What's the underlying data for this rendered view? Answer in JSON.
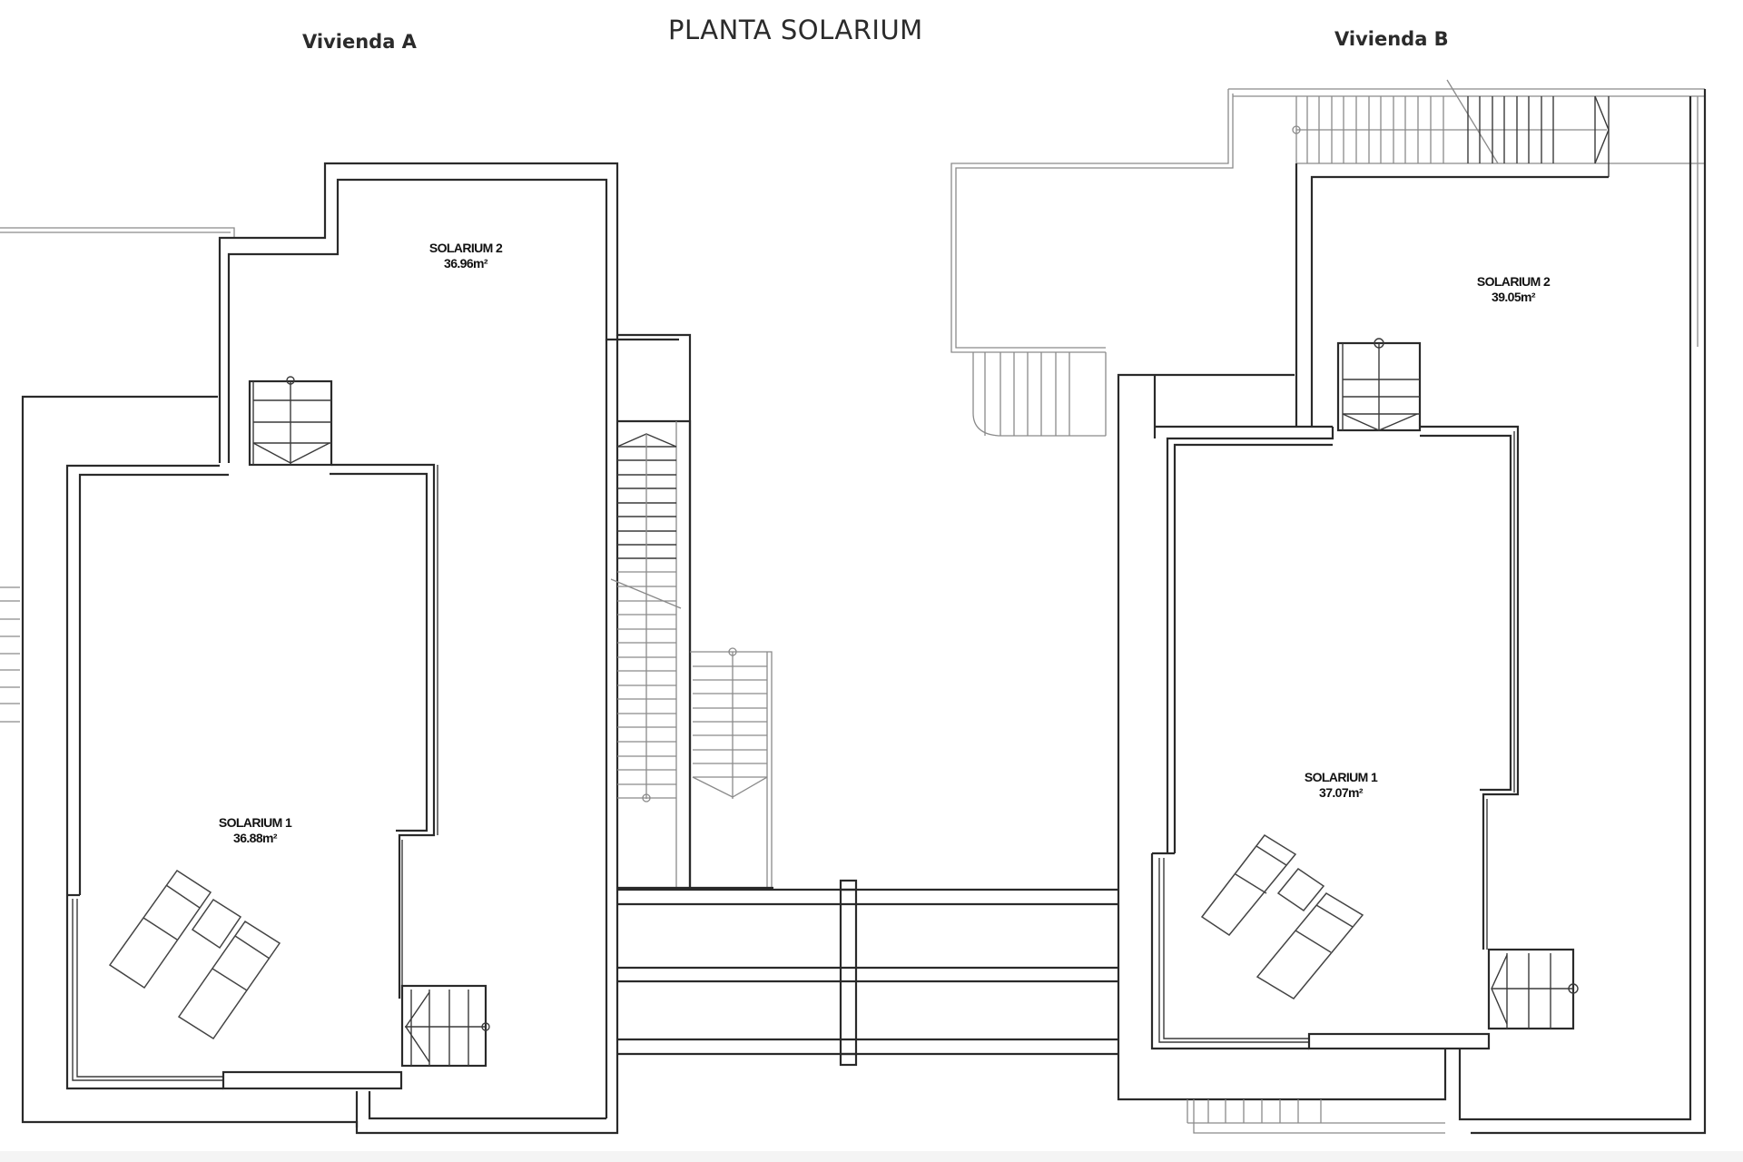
{
  "title": "PLANTA SOLARIUM",
  "houses": [
    {
      "name": "Vivienda A",
      "rooms": [
        {
          "name": "SOLARIUM 2",
          "area": "36.96m²"
        },
        {
          "name": "SOLARIUM 1",
          "area": "36.88m²"
        }
      ]
    },
    {
      "name": "Vivienda B",
      "rooms": [
        {
          "name": "SOLARIUM 2",
          "area": "39.05m²"
        },
        {
          "name": "SOLARIUM 1",
          "area": "37.07m²"
        }
      ]
    }
  ],
  "colors": {
    "line": "#2a2a2a",
    "line_light": "#8a8a8a",
    "background": "#ffffff"
  }
}
